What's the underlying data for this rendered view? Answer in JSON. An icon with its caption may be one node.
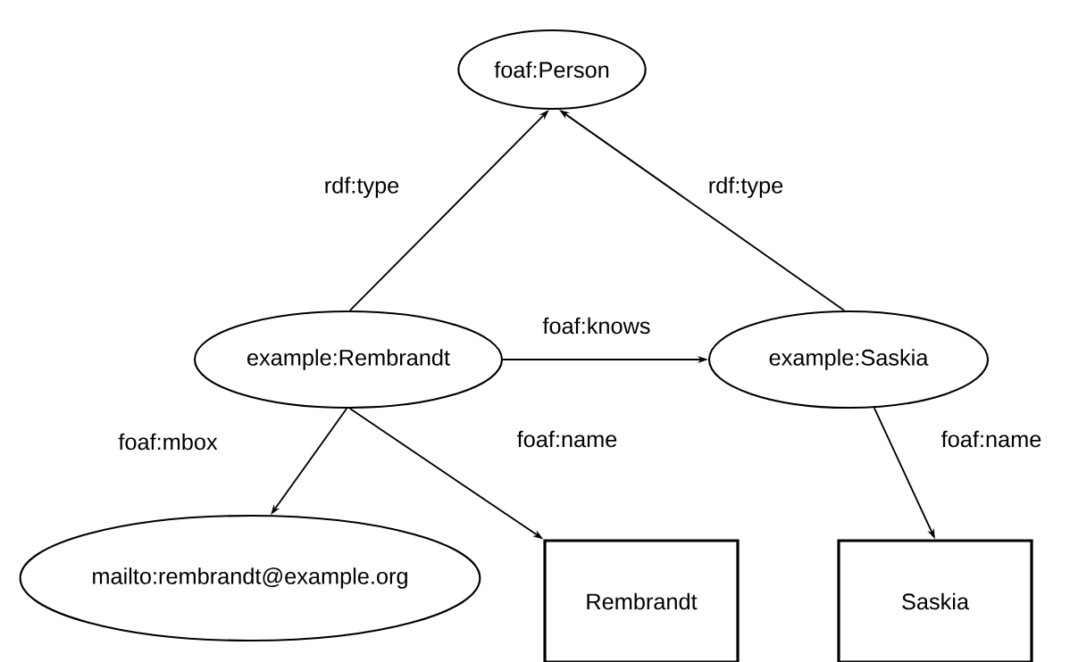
{
  "diagram": {
    "nodes": [
      {
        "text": [
          "foaf:Person"
        ]
      },
      {
        "text": [
          "example:Rembrandt"
        ]
      },
      {
        "text": [
          "example:Saskia"
        ]
      },
      {
        "text": [
          "mailto:rembrandt@example.org"
        ]
      },
      {
        "text": [
          "Rembrandt"
        ]
      },
      {
        "text": [
          "Saskia"
        ]
      }
    ],
    "edges": [
      {
        "from": 1,
        "to": 0,
        "arrow": "to",
        "label": "rdf:type"
      },
      {
        "from": 2,
        "to": 0,
        "arrow": "to",
        "label": "rdf:type"
      },
      {
        "from": 1,
        "to": 2,
        "arrow": "to",
        "label": "foaf:knows"
      },
      {
        "from": 1,
        "to": 3,
        "arrow": "to",
        "label": "foaf:mbox"
      },
      {
        "from": 1,
        "to": 4,
        "arrow": "to",
        "label": "foaf:name"
      },
      {
        "from": 2,
        "to": 5,
        "arrow": "to",
        "label": "foaf:name"
      }
    ]
  }
}
